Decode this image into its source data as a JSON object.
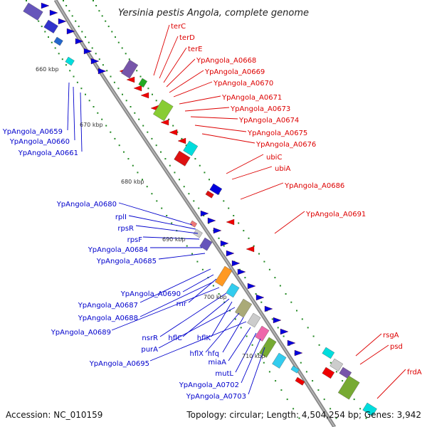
{
  "title": "Yersinia pestis Angola, complete genome",
  "accession": "Accession: NC_010159",
  "topology": "Topology: circular; Length: 4,504,254 bp; Genes: 3,942",
  "colors": {
    "forward_label": "#0000cc",
    "reverse_label": "#dd0000",
    "backbone": "#888888",
    "gc_dots": "#228822"
  },
  "ticks": [
    "660 kbp",
    "670 kbp",
    "680 kbp",
    "690 kbp",
    "700 kbp",
    "710 kbp"
  ],
  "left_labels": [
    "YpAngola_A0659",
    "YpAngola_A0660",
    "YpAngola_A0661",
    "YpAngola_A0680",
    "rplI",
    "rpsR",
    "rpsF",
    "YpAngola_A0684",
    "YpAngola_A0685",
    "YpAngola_A0690",
    "YpAngola_A0687",
    "rnr",
    "YpAngola_A0688",
    "YpAngola_A0689",
    "nsrR",
    "hflC",
    "hflK",
    "purA",
    "hflX",
    "hfq",
    "YpAngola_A0695",
    "miaA",
    "mutL",
    "YpAngola_A0702",
    "YpAngola_A0703"
  ],
  "right_labels": [
    "terC",
    "terD",
    "terE",
    "YpAngola_A0668",
    "YpAngola_A0669",
    "YpAngola_A0670",
    "YpAngola_A0671",
    "YpAngola_A0673",
    "YpAngola_A0674",
    "YpAngola_A0675",
    "YpAngola_A0676",
    "ubiC",
    "ubiA",
    "YpAngola_A0686",
    "YpAngola_A0691",
    "rsgA",
    "psd",
    "frdA"
  ]
}
